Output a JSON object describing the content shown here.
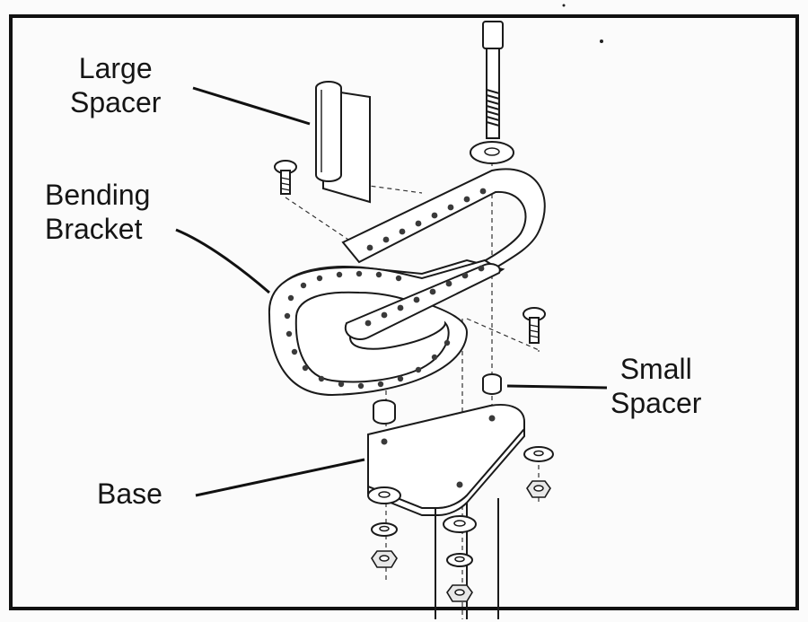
{
  "labels": {
    "large_spacer": "Large\nSpacer",
    "bending_bracket": "Bending\nBracket",
    "small_spacer": "Small\nSpacer",
    "base": "Base"
  },
  "colors": {
    "ink": "#1a1a1a",
    "paper": "#fbfbfb"
  }
}
